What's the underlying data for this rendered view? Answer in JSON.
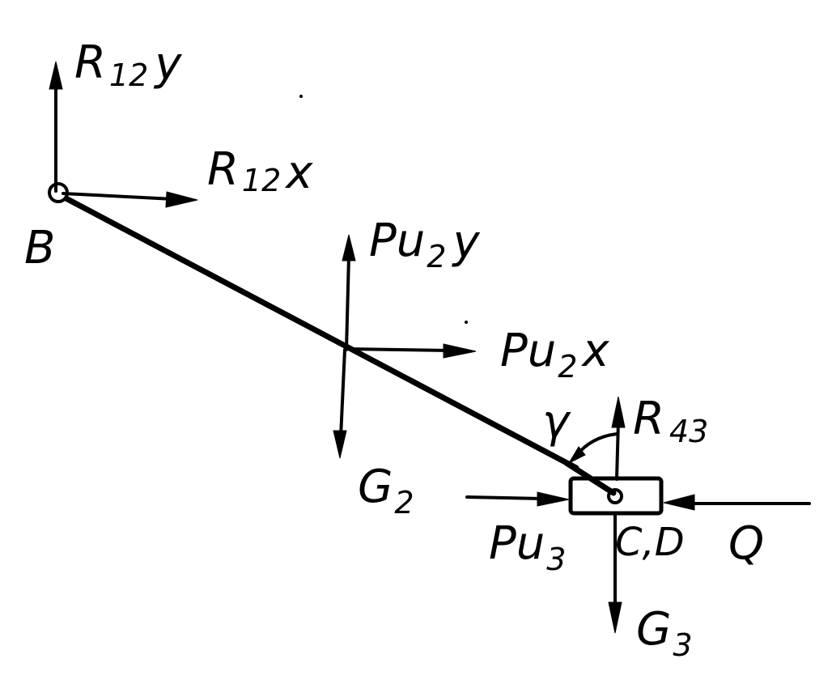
{
  "labels": {
    "r12y_main": "R",
    "r12y_sub": "12",
    "r12y_axis": "y",
    "r12x_main": "R",
    "r12x_sub": "12",
    "r12x_axis": "x",
    "point_b": "B",
    "pu2y_main": "Pu",
    "pu2y_sub": "2",
    "pu2y_axis": "y",
    "pu2x_main": "Pu",
    "pu2x_sub": "2",
    "pu2x_axis": "x",
    "g2_main": "G",
    "g2_sub": "2",
    "gamma": "γ",
    "r43_main": "R",
    "r43_sub": "43",
    "pu3_main": "Pu",
    "pu3_sub": "3",
    "point_cd": "C,D",
    "q": "Q",
    "g3_main": "G",
    "g3_sub": "3"
  },
  "colors": {
    "ink": "#000000",
    "background": "#ffffff"
  }
}
